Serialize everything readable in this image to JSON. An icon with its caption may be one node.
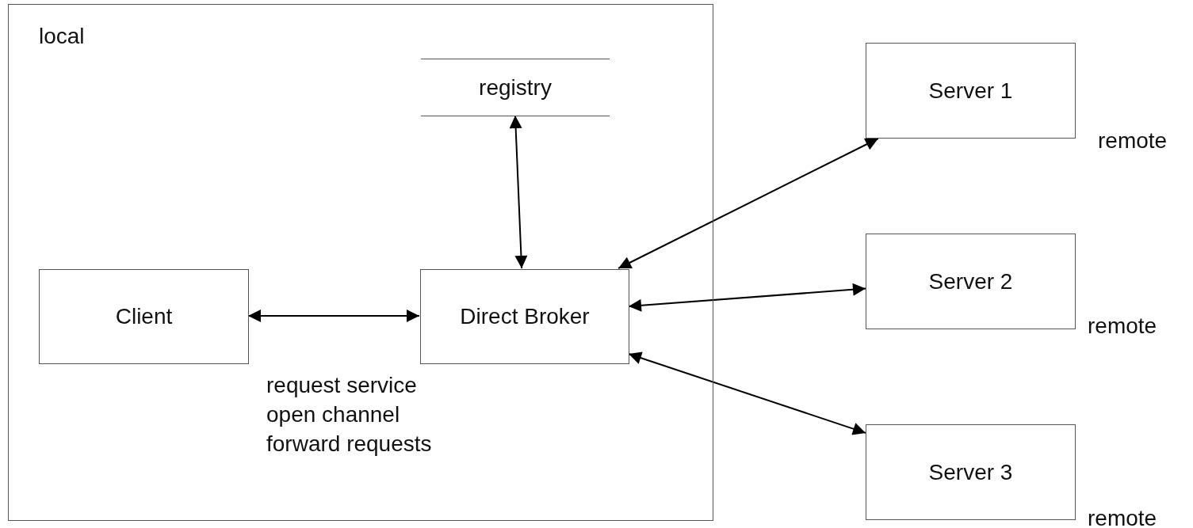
{
  "diagram": {
    "nodes": [
      {
        "text": [
          "local"
        ]
      },
      {
        "text": [
          "registry"
        ],
        "in": 0
      },
      {
        "text": [
          "Client"
        ],
        "in": 0
      },
      {
        "text": [
          "Direct Broker"
        ],
        "in": 0
      },
      {
        "text": [
          "Server 1"
        ],
        "beside": [
          "remote"
        ]
      },
      {
        "text": [
          "Server 2"
        ],
        "beside": [
          "remote"
        ]
      },
      {
        "text": [
          "Server 3"
        ],
        "beside": [
          "remote"
        ]
      }
    ],
    "edges": [
      {
        "from": 2,
        "to": 3,
        "arrow": "both",
        "label": "request service open channel forward requests"
      },
      {
        "from": 1,
        "to": 3,
        "arrow": "both"
      },
      {
        "from": 3,
        "to": 4,
        "arrow": "both"
      },
      {
        "from": 3,
        "to": 5,
        "arrow": "both"
      },
      {
        "from": 3,
        "to": 6,
        "arrow": "both"
      }
    ]
  }
}
